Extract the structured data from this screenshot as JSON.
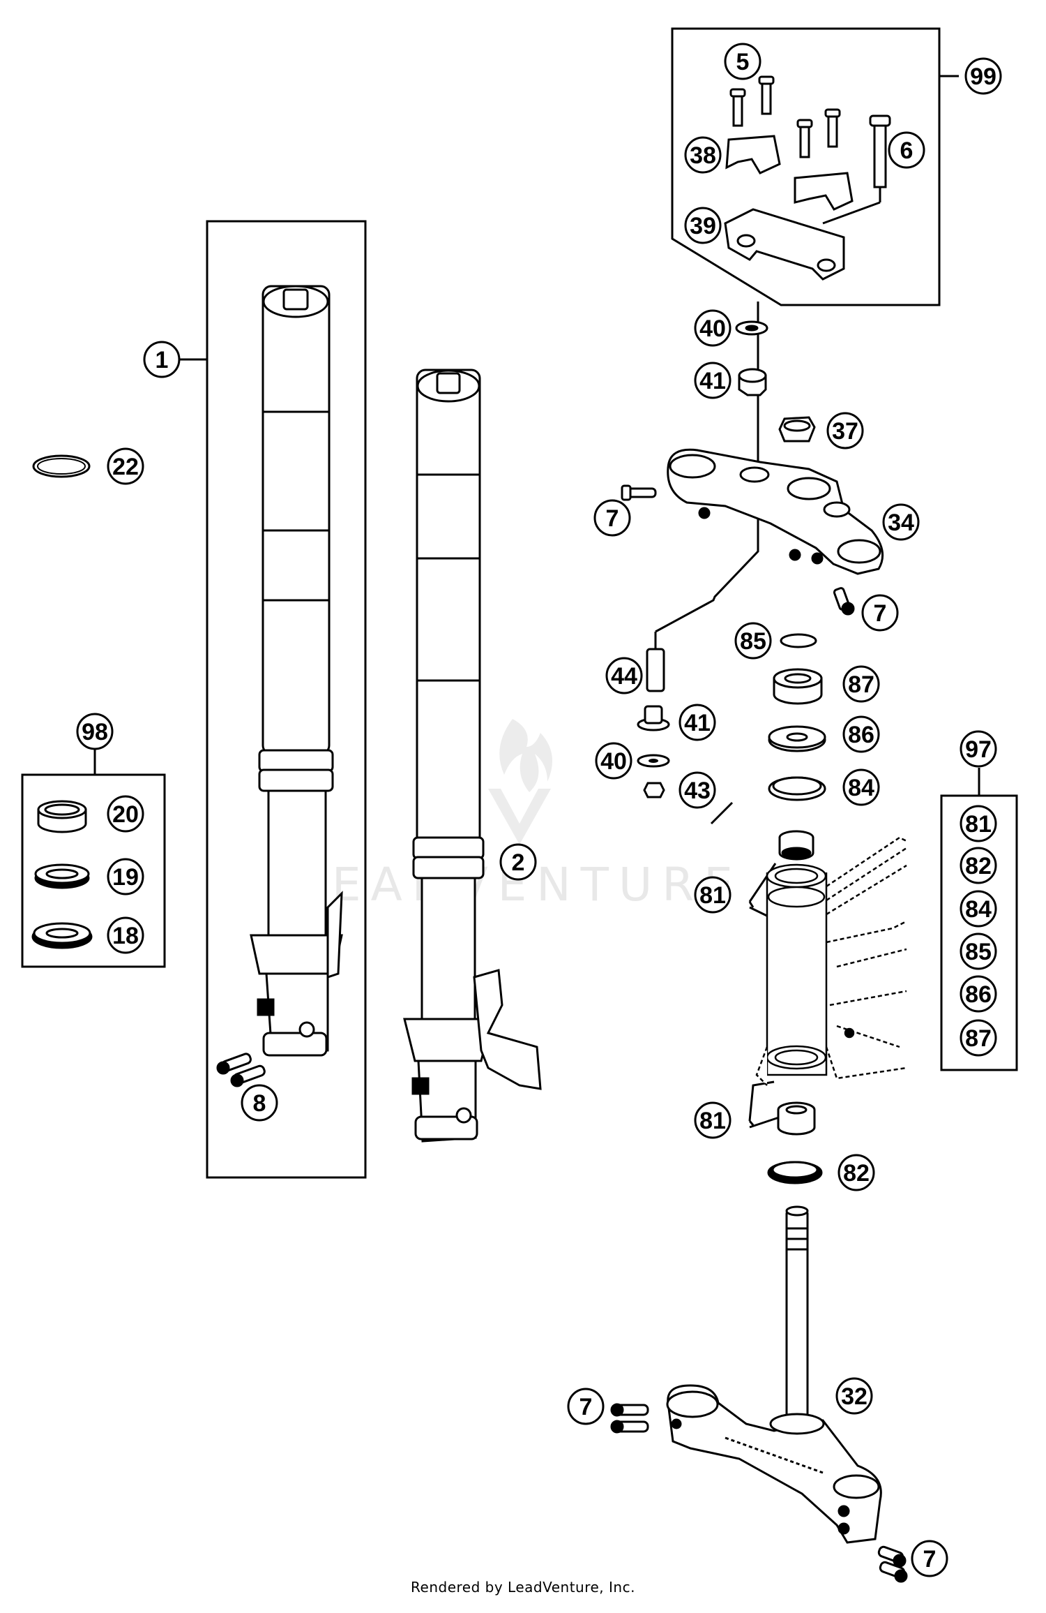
{
  "credit_text": "Rendered by LeadVenture, Inc.",
  "watermark_text": "LEADVENTURE",
  "callouts": [
    {
      "id": "c1",
      "label": "1"
    },
    {
      "id": "c2",
      "label": "2"
    },
    {
      "id": "c5",
      "label": "5"
    },
    {
      "id": "c6",
      "label": "6"
    },
    {
      "id": "c7a",
      "label": "7"
    },
    {
      "id": "c7b",
      "label": "7"
    },
    {
      "id": "c7c",
      "label": "7"
    },
    {
      "id": "c7d",
      "label": "7"
    },
    {
      "id": "c8",
      "label": "8"
    },
    {
      "id": "c18",
      "label": "18"
    },
    {
      "id": "c19",
      "label": "19"
    },
    {
      "id": "c20",
      "label": "20"
    },
    {
      "id": "c22",
      "label": "22"
    },
    {
      "id": "c32",
      "label": "32"
    },
    {
      "id": "c34",
      "label": "34"
    },
    {
      "id": "c37",
      "label": "37"
    },
    {
      "id": "c38",
      "label": "38"
    },
    {
      "id": "c39",
      "label": "39"
    },
    {
      "id": "c40a",
      "label": "40"
    },
    {
      "id": "c40b",
      "label": "40"
    },
    {
      "id": "c41a",
      "label": "41"
    },
    {
      "id": "c41b",
      "label": "41"
    },
    {
      "id": "c43",
      "label": "43"
    },
    {
      "id": "c44",
      "label": "44"
    },
    {
      "id": "c81a",
      "label": "81"
    },
    {
      "id": "c81b",
      "label": "81"
    },
    {
      "id": "c82",
      "label": "82"
    },
    {
      "id": "c84",
      "label": "84"
    },
    {
      "id": "c85",
      "label": "85"
    },
    {
      "id": "c86",
      "label": "86"
    },
    {
      "id": "c87",
      "label": "87"
    },
    {
      "id": "c97",
      "label": "97"
    },
    {
      "id": "c97_81",
      "label": "81"
    },
    {
      "id": "c97_82",
      "label": "82"
    },
    {
      "id": "c97_84",
      "label": "84"
    },
    {
      "id": "c97_85",
      "label": "85"
    },
    {
      "id": "c97_86",
      "label": "86"
    },
    {
      "id": "c97_87",
      "label": "87"
    },
    {
      "id": "c98",
      "label": "98"
    },
    {
      "id": "c99",
      "label": "99"
    }
  ]
}
